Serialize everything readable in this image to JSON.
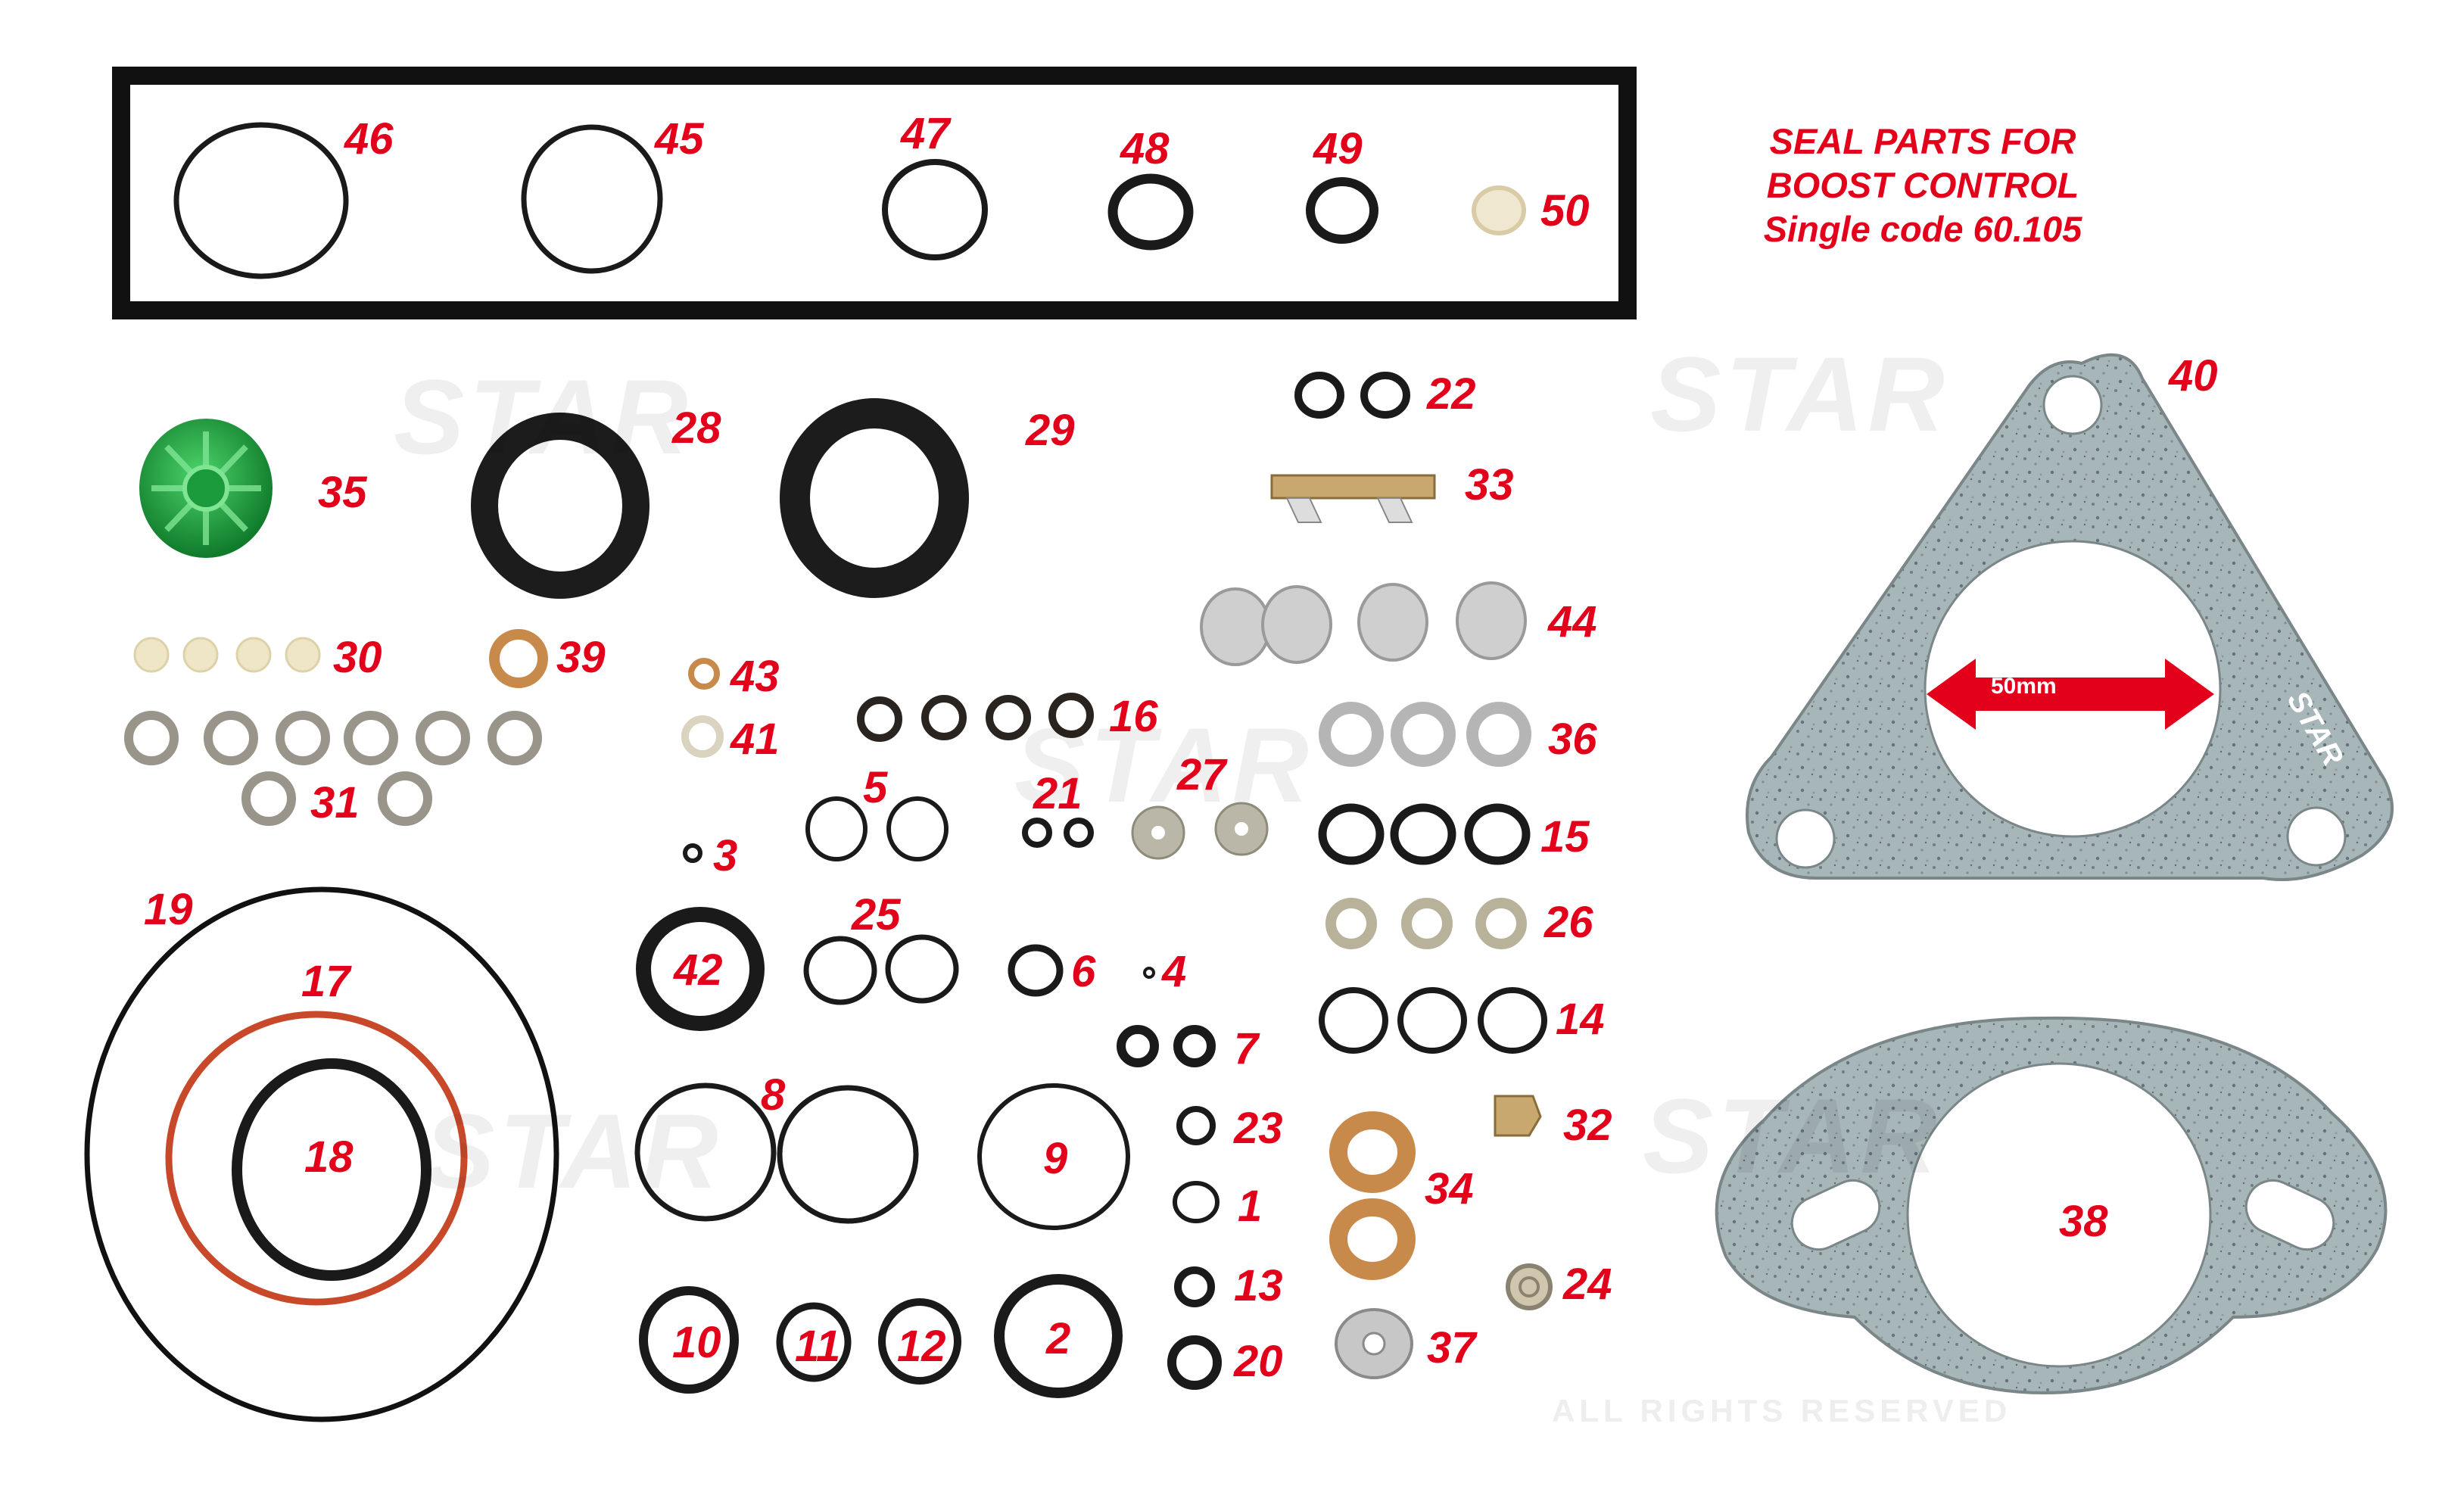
{
  "title_lines": [
    "SEAL PARTS FOR",
    "BOOST CONTROL",
    "Single code 60.105"
  ],
  "watermark": "STAR",
  "gasket_brand": "STAR",
  "dimension_label": "50mm",
  "footer": "ALL RIGHTS RESERVED",
  "colors": {
    "label": "#e3001b",
    "oring": "#1a1a1a",
    "red_oring": "#c8482a",
    "green_cap": "#1a9a3a",
    "gasket": "#a9b8bb",
    "copper": "#c88a4a"
  },
  "labels": {
    "l1": "1",
    "l2": "2",
    "l3": "3",
    "l4": "4",
    "l5": "5",
    "l6": "6",
    "l7": "7",
    "l8": "8",
    "l9": "9",
    "l10": "10",
    "l11": "11",
    "l12": "12",
    "l13": "13",
    "l14": "14",
    "l15": "15",
    "l16": "16",
    "l17": "17",
    "l18": "18",
    "l19": "19",
    "l20": "20",
    "l21": "21",
    "l22": "22",
    "l23": "23",
    "l24": "24",
    "l25": "25",
    "l26": "26",
    "l27": "27",
    "l28": "28",
    "l29": "29",
    "l30": "30",
    "l31": "31",
    "l32": "32",
    "l33": "33",
    "l34": "34",
    "l35": "35",
    "l36": "36",
    "l37": "37",
    "l38": "38",
    "l39": "39",
    "l40": "40",
    "l41": "41",
    "l42": "42",
    "l43": "43",
    "l44": "44",
    "l45": "45",
    "l46": "46",
    "l47": "47",
    "l48": "48",
    "l49": "49",
    "l50": "50"
  }
}
